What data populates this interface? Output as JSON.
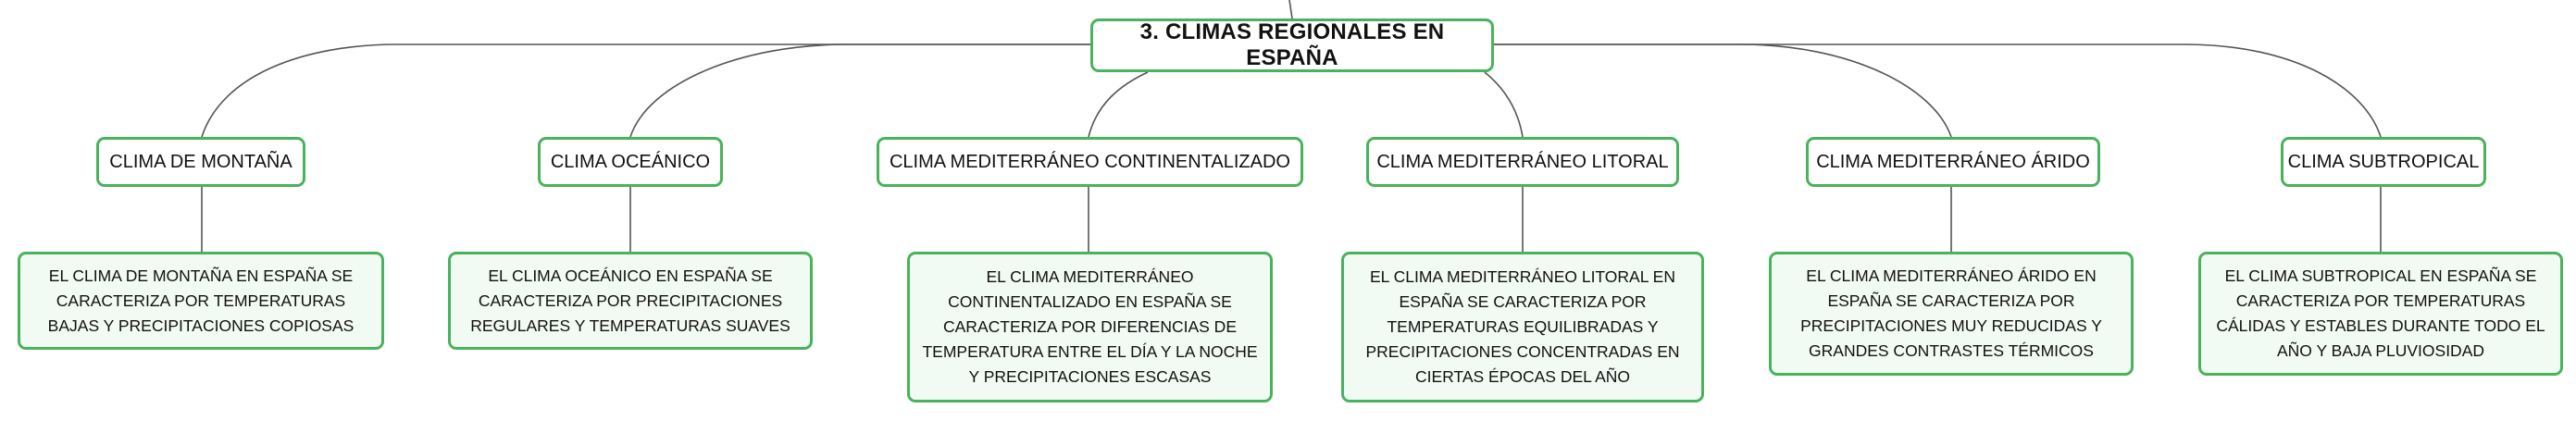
{
  "colors": {
    "node_border": "#48b35c",
    "detail_fill": "#f2faf4",
    "connector": "#555555"
  },
  "root": {
    "title": "3. CLIMAS REGIONALES EN ESPAÑA"
  },
  "branches": [
    {
      "title": "CLIMA DE MONTAÑA",
      "description": "EL CLIMA DE MONTAÑA EN ESPAÑA SE CARACTERIZA POR TEMPERATURAS BAJAS Y PRECIPITACIONES COPIOSAS"
    },
    {
      "title": "CLIMA OCEÁNICO",
      "description": "EL CLIMA OCEÁNICO EN ESPAÑA SE CARACTERIZA POR PRECIPITACIONES REGULARES Y TEMPERATURAS SUAVES"
    },
    {
      "title": "CLIMA MEDITERRÁNEO CONTINENTALIZADO",
      "description": "EL CLIMA MEDITERRÁNEO CONTINENTALIZADO EN ESPAÑA SE CARACTERIZA POR DIFERENCIAS DE TEMPERATURA ENTRE EL DÍA Y LA NOCHE Y PRECIPITACIONES ESCASAS"
    },
    {
      "title": "CLIMA MEDITERRÁNEO LITORAL",
      "description": "EL CLIMA MEDITERRÁNEO LITORAL EN ESPAÑA SE CARACTERIZA POR TEMPERATURAS EQUILIBRADAS Y PRECIPITACIONES CONCENTRADAS EN CIERTAS ÉPOCAS DEL AÑO"
    },
    {
      "title": "CLIMA MEDITERRÁNEO ÁRIDO",
      "description": "EL CLIMA MEDITERRÁNEO ÁRIDO EN ESPAÑA SE CARACTERIZA POR PRECIPITACIONES MUY REDUCIDAS Y GRANDES CONTRASTES TÉRMICOS"
    },
    {
      "title": "CLIMA SUBTROPICAL",
      "description": "EL CLIMA SUBTROPICAL EN ESPAÑA SE CARACTERIZA POR TEMPERATURAS CÁLIDAS Y ESTABLES DURANTE TODO EL AÑO Y BAJA PLUVIOSIDAD"
    }
  ]
}
